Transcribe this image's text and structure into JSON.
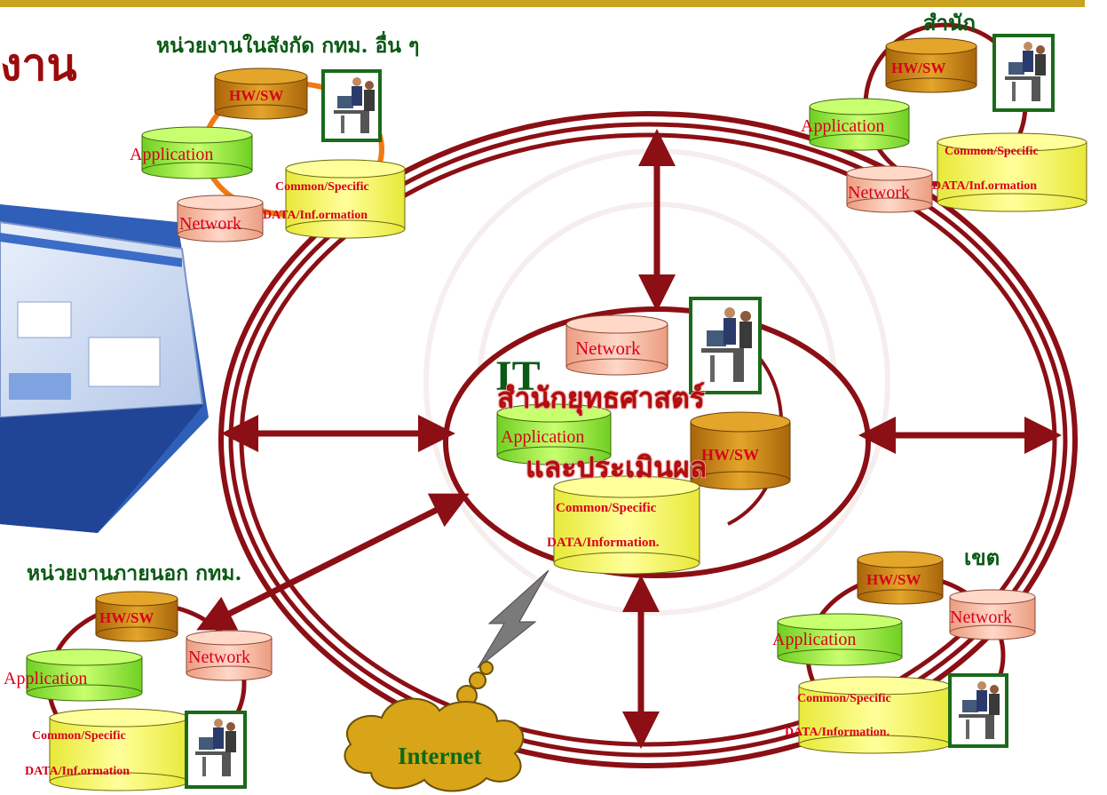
{
  "heading_fragment": "งาน",
  "center": {
    "it_label": "IT",
    "title_line1": "สำนักยุทธศาสตร์",
    "title_line2": "และประเมินผล",
    "network": "Network",
    "application": "Application",
    "hwsw": "HW/SW",
    "common": "Common/Specific",
    "data": "DATA/Information."
  },
  "top_left": {
    "title": "หน่วยงานในสังกัด กทม. อื่น ๆ",
    "hwsw": "HW/SW",
    "application": "Application",
    "network": "Network",
    "common": "Common/Specific",
    "data": "DATA/Inf.ormation"
  },
  "top_right": {
    "title": "สำนัก",
    "hwsw": "HW/SW",
    "application": "Application",
    "network": "Network",
    "common": "Common/Specific",
    "data": "DATA/Inf.ormation"
  },
  "bottom_left": {
    "title": "หน่วยงานภายนอก กทม.",
    "hwsw": "HW/SW",
    "application": "Application",
    "network": "Network",
    "common": "Common/Specific",
    "data": "DATA/Inf.ormation"
  },
  "bottom_right": {
    "title": "เขต",
    "hwsw": "HW/SW",
    "application": "Application",
    "network": "Network",
    "common": "Common/Specific",
    "data": "DATA/Information."
  },
  "internet": "Internet",
  "colors": {
    "ring": "#8b0f14",
    "orange_ring": "#f07a12",
    "hwsw_fill": "#d08a12",
    "application_fill": "#9ef23c",
    "network_fill": "#ffc0a8",
    "data_fill": "#fcfc6a",
    "cloud_fill": "#d8a418",
    "frame_green": "#1a6a1a",
    "accent_gold": "#c9a320"
  }
}
